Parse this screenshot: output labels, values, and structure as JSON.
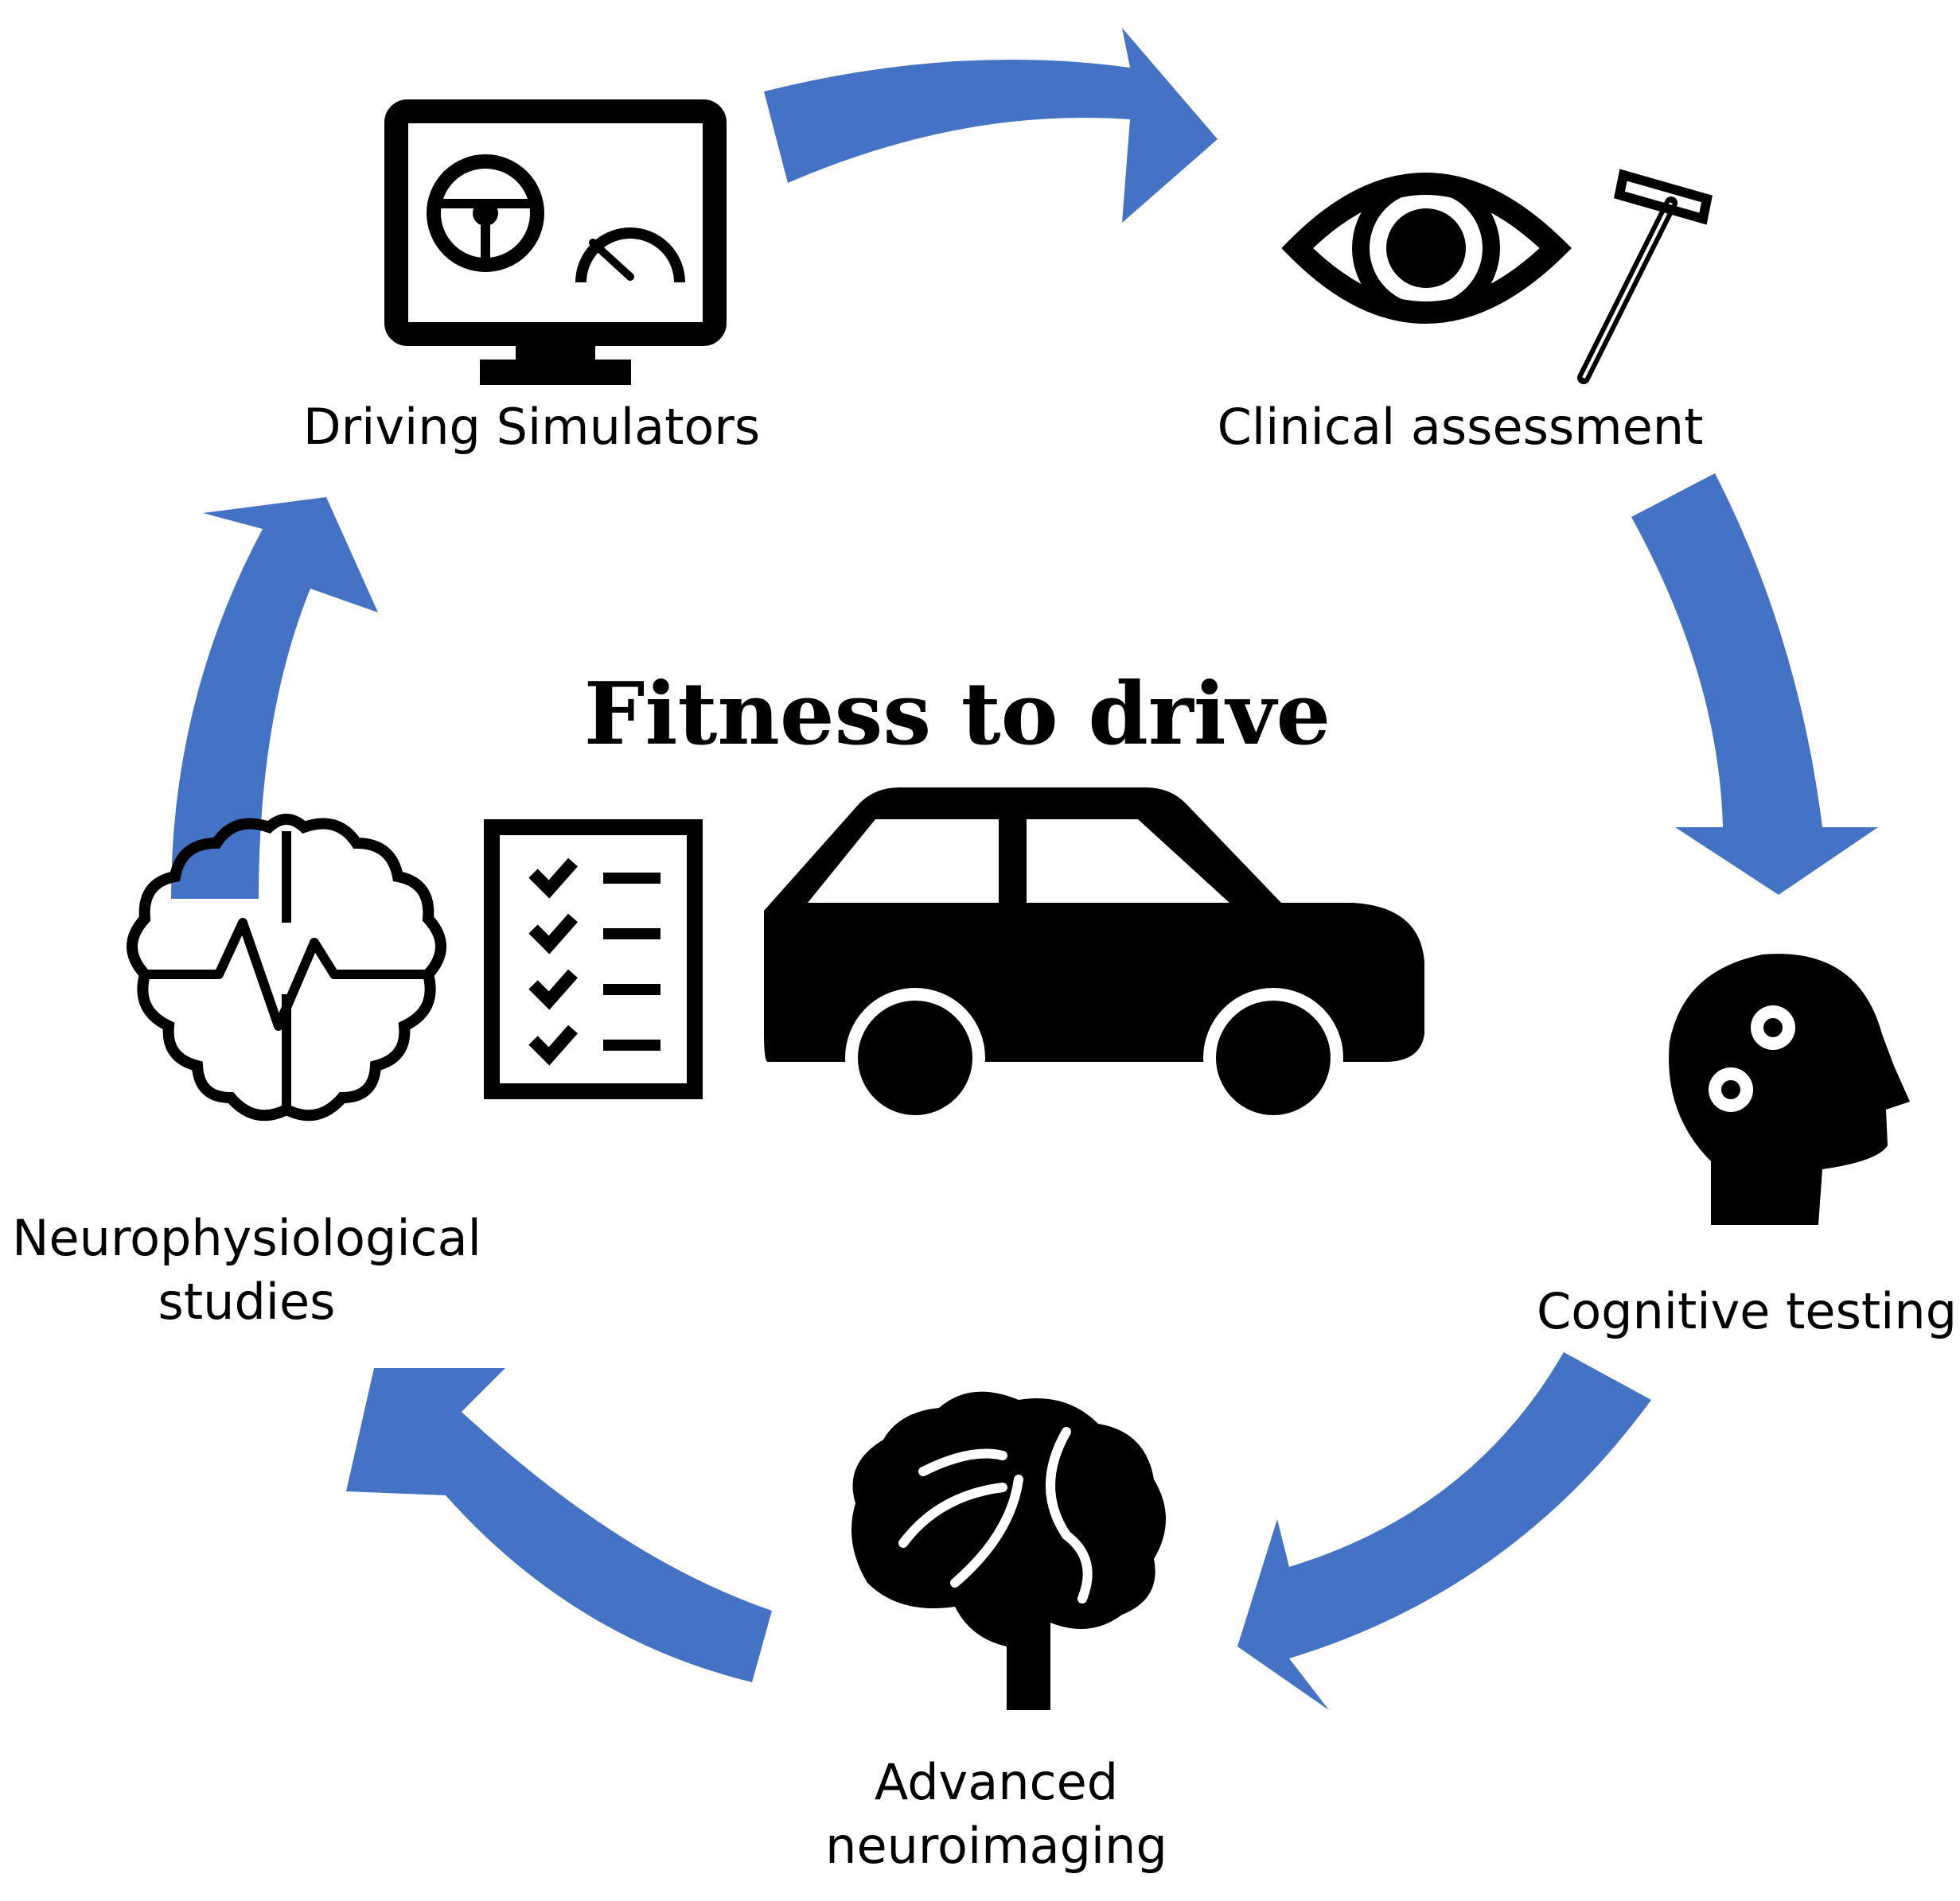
{
  "title": "Fitness to drive",
  "colors": {
    "arrow": "#4472C4",
    "icon": "#000000",
    "background": "#ffffff"
  },
  "stages": [
    {
      "icon": "monitor-driving-simulator-icon",
      "lines": [
        "Driving Simulators"
      ]
    },
    {
      "icon": "eye-and-reflex-hammer-icon",
      "lines": [
        "Clinical assessment"
      ]
    },
    {
      "icon": "head-with-gears-icon",
      "lines": [
        "Cognitive testing"
      ]
    },
    {
      "icon": "brain-icon",
      "lines": [
        "Advanced",
        "neuroimaging"
      ]
    },
    {
      "icon": "brain-wave-icon",
      "lines": [
        "Neurophysiological",
        "studies"
      ]
    }
  ],
  "center_icons": [
    "checklist-icon",
    "car-icon"
  ]
}
